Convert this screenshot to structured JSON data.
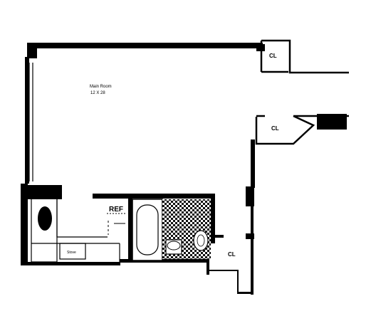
{
  "floorplan": {
    "main_room": {
      "name": "Main Room",
      "dims": "12 X 28"
    },
    "closets": [
      "CL",
      "CL",
      "CL"
    ],
    "ref_label": "REF",
    "stove_label": "Stove"
  },
  "colors": {
    "wall": "#000000",
    "tile": "#1a1a1a",
    "background": "#ffffff"
  }
}
